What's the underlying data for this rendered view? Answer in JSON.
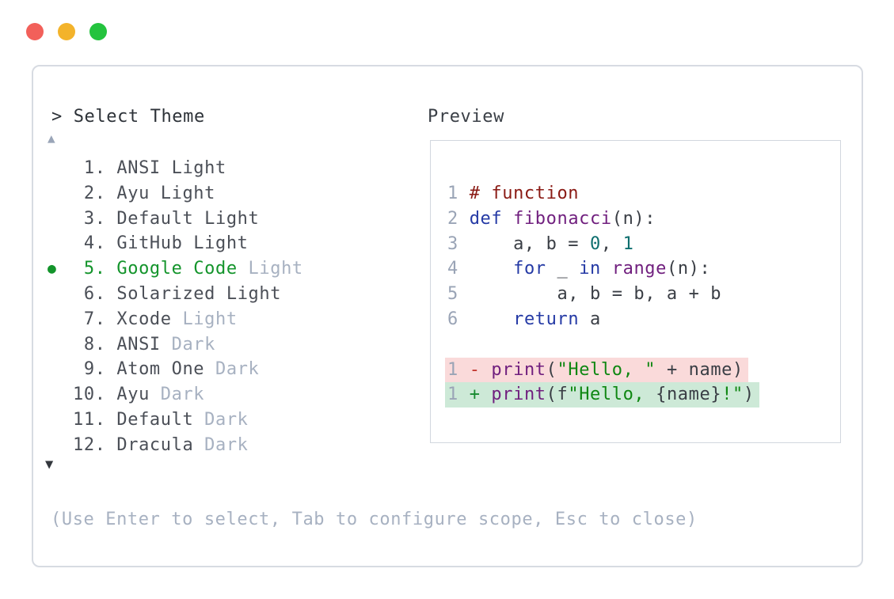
{
  "window": {
    "traffic_lights": [
      {
        "name": "close",
        "color": "#f2605a"
      },
      {
        "name": "minimize",
        "color": "#f3b32b"
      },
      {
        "name": "zoom",
        "color": "#24c33e"
      }
    ]
  },
  "colors": {
    "item_text": "#4b4f57",
    "muted_text": "#a7b1c1",
    "selected_green": "#13942b",
    "prompt_text": "#2d3238",
    "arrow_up": "#9aa5b8",
    "arrow_down": "#33373d",
    "hint_text": "#a7b1c1"
  },
  "theme_picker": {
    "prompt": "> Select Theme",
    "scroll_up_indicator": "▲",
    "scroll_down_indicator": "▼",
    "selected_bullet": "●",
    "items": [
      {
        "number": 1,
        "name": "ANSI",
        "variant": "Light",
        "variant_muted": false,
        "selected": false
      },
      {
        "number": 2,
        "name": "Ayu",
        "variant": "Light",
        "variant_muted": false,
        "selected": false
      },
      {
        "number": 3,
        "name": "Default",
        "variant": "Light",
        "variant_muted": false,
        "selected": false
      },
      {
        "number": 4,
        "name": "GitHub",
        "variant": "Light",
        "variant_muted": false,
        "selected": false
      },
      {
        "number": 5,
        "name": "Google Code",
        "variant": "Light",
        "variant_muted": true,
        "selected": true
      },
      {
        "number": 6,
        "name": "Solarized",
        "variant": "Light",
        "variant_muted": false,
        "selected": false
      },
      {
        "number": 7,
        "name": "Xcode",
        "variant": "Light",
        "variant_muted": true,
        "selected": false
      },
      {
        "number": 8,
        "name": "ANSI",
        "variant": "Dark",
        "variant_muted": true,
        "selected": false
      },
      {
        "number": 9,
        "name": "Atom One",
        "variant": "Dark",
        "variant_muted": true,
        "selected": false
      },
      {
        "number": 10,
        "name": "Ayu",
        "variant": "Dark",
        "variant_muted": true,
        "selected": false
      },
      {
        "number": 11,
        "name": "Default",
        "variant": "Dark",
        "variant_muted": true,
        "selected": false
      },
      {
        "number": 12,
        "name": "Dracula",
        "variant": "Dark",
        "variant_muted": true,
        "selected": false
      }
    ],
    "hint": "(Use Enter to select, Tab to configure scope, Esc to close)"
  },
  "preview": {
    "label": "Preview",
    "colors": {
      "lnum": "#9aa4b6",
      "plain": "#3a3e45",
      "comment": "#8a1a14",
      "keyword": "#253aa5",
      "func": "#701f7e",
      "number": "#0d6e6e",
      "string": "#0f8712",
      "minus": "#c2342c",
      "plus": "#168a2f"
    },
    "diff_backgrounds": {
      "removed": "#fadada",
      "added": "#cde9d7"
    },
    "lines": [
      {
        "bg": null,
        "tokens": [
          {
            "t": "1 ",
            "c": "lnum"
          },
          {
            "t": "# function",
            "c": "comment"
          }
        ]
      },
      {
        "bg": null,
        "tokens": [
          {
            "t": "2 ",
            "c": "lnum"
          },
          {
            "t": "def",
            "c": "keyword"
          },
          {
            "t": " ",
            "c": "plain"
          },
          {
            "t": "fibonacci",
            "c": "func"
          },
          {
            "t": "(n):",
            "c": "plain"
          }
        ]
      },
      {
        "bg": null,
        "tokens": [
          {
            "t": "3 ",
            "c": "lnum"
          },
          {
            "t": "    a, b = ",
            "c": "plain"
          },
          {
            "t": "0",
            "c": "number"
          },
          {
            "t": ", ",
            "c": "plain"
          },
          {
            "t": "1",
            "c": "number"
          }
        ]
      },
      {
        "bg": null,
        "tokens": [
          {
            "t": "4 ",
            "c": "lnum"
          },
          {
            "t": "    ",
            "c": "plain"
          },
          {
            "t": "for",
            "c": "keyword"
          },
          {
            "t": " _ ",
            "c": "plain"
          },
          {
            "t": "in",
            "c": "keyword"
          },
          {
            "t": " ",
            "c": "plain"
          },
          {
            "t": "range",
            "c": "func"
          },
          {
            "t": "(n):",
            "c": "plain"
          }
        ]
      },
      {
        "bg": null,
        "tokens": [
          {
            "t": "5 ",
            "c": "lnum"
          },
          {
            "t": "        a, b = b, a + b",
            "c": "plain"
          }
        ]
      },
      {
        "bg": null,
        "tokens": [
          {
            "t": "6 ",
            "c": "lnum"
          },
          {
            "t": "    ",
            "c": "plain"
          },
          {
            "t": "return",
            "c": "keyword"
          },
          {
            "t": " a",
            "c": "plain"
          }
        ]
      },
      {
        "bg": null,
        "tokens": []
      },
      {
        "bg": "removed",
        "tokens": [
          {
            "t": "1 ",
            "c": "lnum"
          },
          {
            "t": "- ",
            "c": "minus"
          },
          {
            "t": "print",
            "c": "func"
          },
          {
            "t": "(",
            "c": "plain"
          },
          {
            "t": "\"Hello, \"",
            "c": "string"
          },
          {
            "t": " + name)",
            "c": "plain"
          }
        ]
      },
      {
        "bg": "added",
        "tokens": [
          {
            "t": "1 ",
            "c": "lnum"
          },
          {
            "t": "+ ",
            "c": "plus"
          },
          {
            "t": "print",
            "c": "func"
          },
          {
            "t": "(f",
            "c": "plain"
          },
          {
            "t": "\"Hello, ",
            "c": "string"
          },
          {
            "t": "{name}",
            "c": "plain"
          },
          {
            "t": "!\"",
            "c": "string"
          },
          {
            "t": ")",
            "c": "plain"
          }
        ]
      }
    ]
  }
}
